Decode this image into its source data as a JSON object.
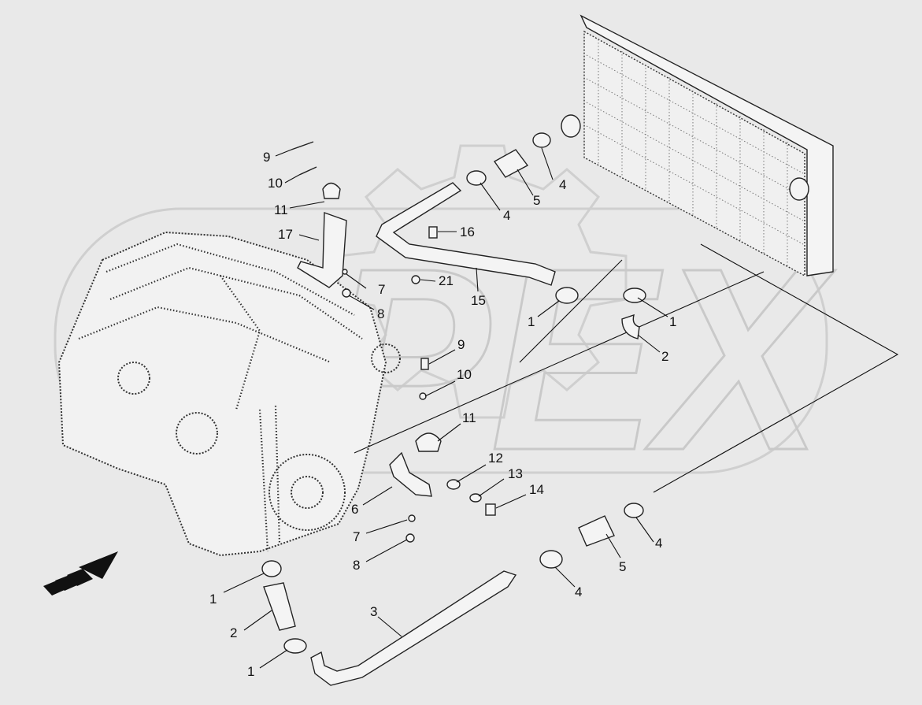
{
  "watermark": {
    "text": "OPEX"
  },
  "callouts": [
    {
      "id": "c9a",
      "label": "9"
    },
    {
      "id": "c10a",
      "label": "10"
    },
    {
      "id": "c11a",
      "label": "11"
    },
    {
      "id": "c17",
      "label": "17"
    },
    {
      "id": "c7a",
      "label": "7"
    },
    {
      "id": "c8a",
      "label": "8"
    },
    {
      "id": "c16",
      "label": "16"
    },
    {
      "id": "c21",
      "label": "21"
    },
    {
      "id": "c15",
      "label": "15"
    },
    {
      "id": "c4a",
      "label": "4"
    },
    {
      "id": "c5a",
      "label": "5"
    },
    {
      "id": "c4b",
      "label": "4"
    },
    {
      "id": "c1a",
      "label": "1"
    },
    {
      "id": "c1b",
      "label": "1"
    },
    {
      "id": "c2a",
      "label": "2"
    },
    {
      "id": "c9b",
      "label": "9"
    },
    {
      "id": "c10b",
      "label": "10"
    },
    {
      "id": "c11b",
      "label": "11"
    },
    {
      "id": "c12",
      "label": "12"
    },
    {
      "id": "c13",
      "label": "13"
    },
    {
      "id": "c14",
      "label": "14"
    },
    {
      "id": "c6",
      "label": "6"
    },
    {
      "id": "c7b",
      "label": "7"
    },
    {
      "id": "c8b",
      "label": "8"
    },
    {
      "id": "c4c",
      "label": "4"
    },
    {
      "id": "c5b",
      "label": "5"
    },
    {
      "id": "c4d",
      "label": "4"
    },
    {
      "id": "c3",
      "label": "3"
    },
    {
      "id": "c1c",
      "label": "1"
    },
    {
      "id": "c2b",
      "label": "2"
    },
    {
      "id": "c1d",
      "label": "1"
    }
  ]
}
